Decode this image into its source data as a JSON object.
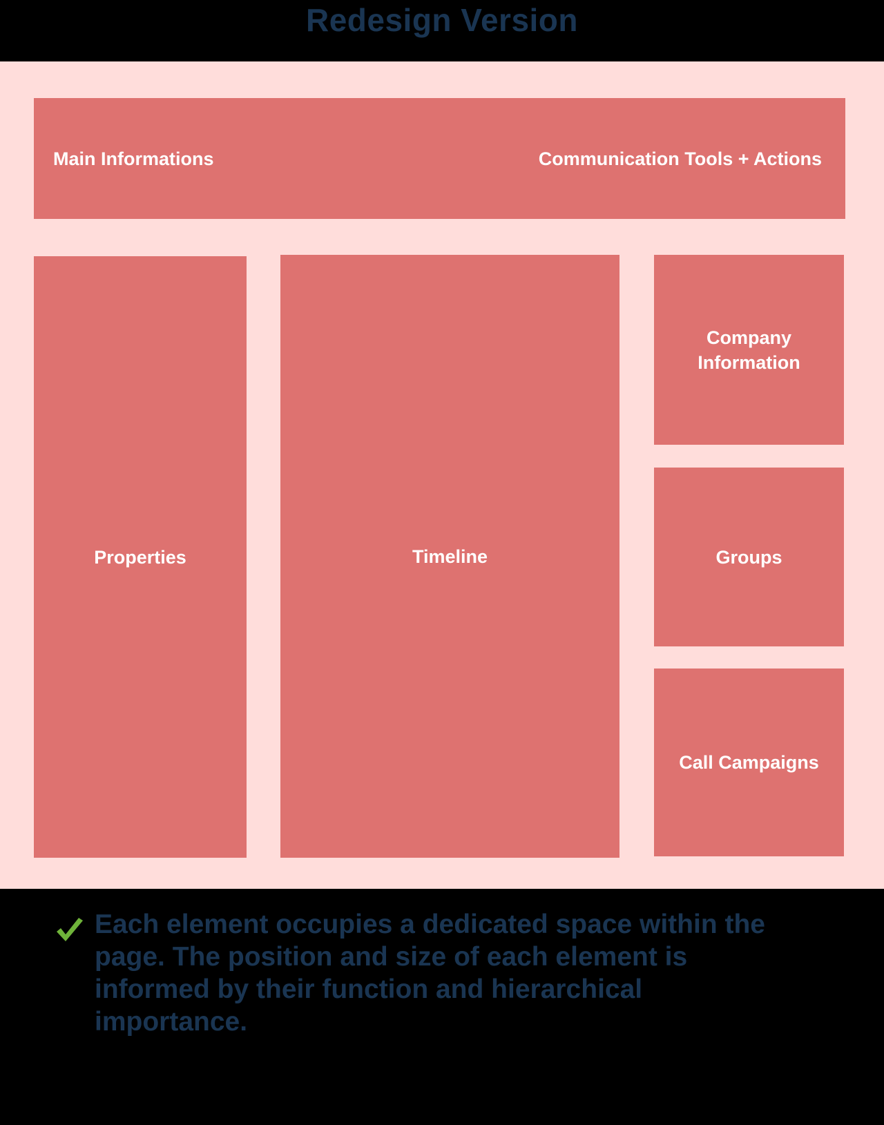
{
  "title": "Redesign Version",
  "colors": {
    "background": "#000000",
    "canvas": "#ffdddb",
    "block": "#de7270",
    "block_text": "#ffffff",
    "heading_text": "#1a3552",
    "check": "#6fb33a"
  },
  "layout_blocks": {
    "header": {
      "left_label": "Main Informations",
      "right_label": "Communication Tools + Actions"
    },
    "properties": "Properties",
    "timeline": "Timeline",
    "company_information": "Company Information",
    "groups": "Groups",
    "call_campaigns": "Call Campaigns"
  },
  "note": {
    "icon": "check-icon",
    "text": "Each element occupies a dedicated space within the page. The position and size of each element is informed by their function and hierarchical importance."
  }
}
